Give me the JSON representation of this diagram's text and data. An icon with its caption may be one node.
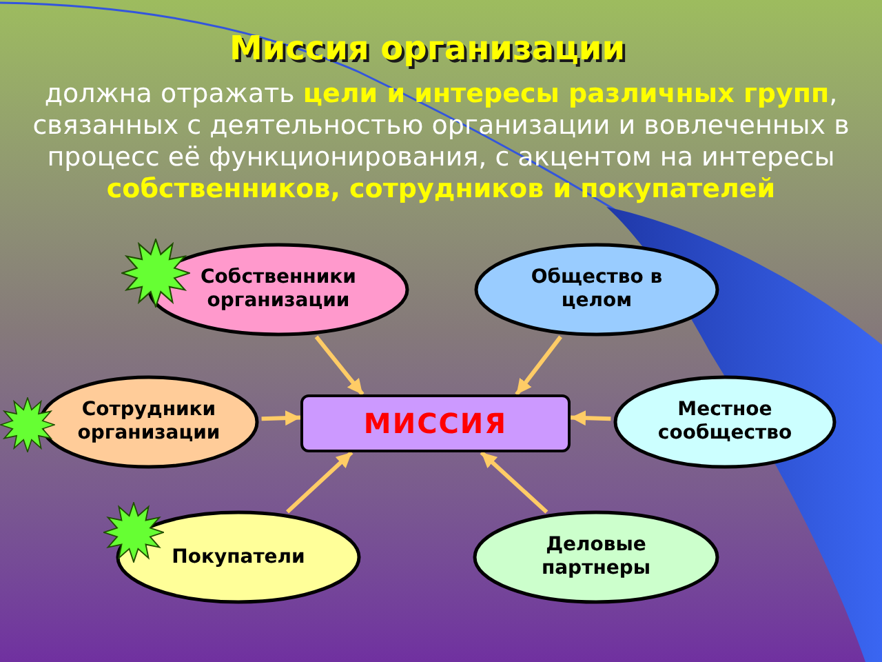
{
  "diagram": {
    "title": "Миссия организации",
    "nodes": [
      {
        "text": [
          "Собственники организации"
        ]
      },
      {
        "text": [
          "Общество в целом"
        ]
      },
      {
        "text": [
          "Сотрудники организации"
        ]
      },
      {
        "text": [
          "МИССИЯ"
        ]
      },
      {
        "text": [
          "Местное сообщество"
        ]
      },
      {
        "text": [
          "Покупатели"
        ]
      },
      {
        "text": [
          "Деловые партнеры"
        ]
      }
    ],
    "edges": [
      {
        "from": 0,
        "to": 3,
        "arrow": "to"
      },
      {
        "from": 1,
        "to": 3,
        "arrow": "to"
      },
      {
        "from": 2,
        "to": 3,
        "arrow": "to"
      },
      {
        "from": 4,
        "to": 3,
        "arrow": "to"
      },
      {
        "from": 5,
        "to": 3,
        "arrow": "to"
      },
      {
        "from": 6,
        "to": 3,
        "arrow": "to"
      }
    ],
    "labels": [
      "должна отражать **цели и интересы различных групп**, связанных с деятельностью организации и вовлеченных в процесс её функционирования, с акцентом на интересы **собственников, сотрудников и покупателей**"
    ]
  }
}
